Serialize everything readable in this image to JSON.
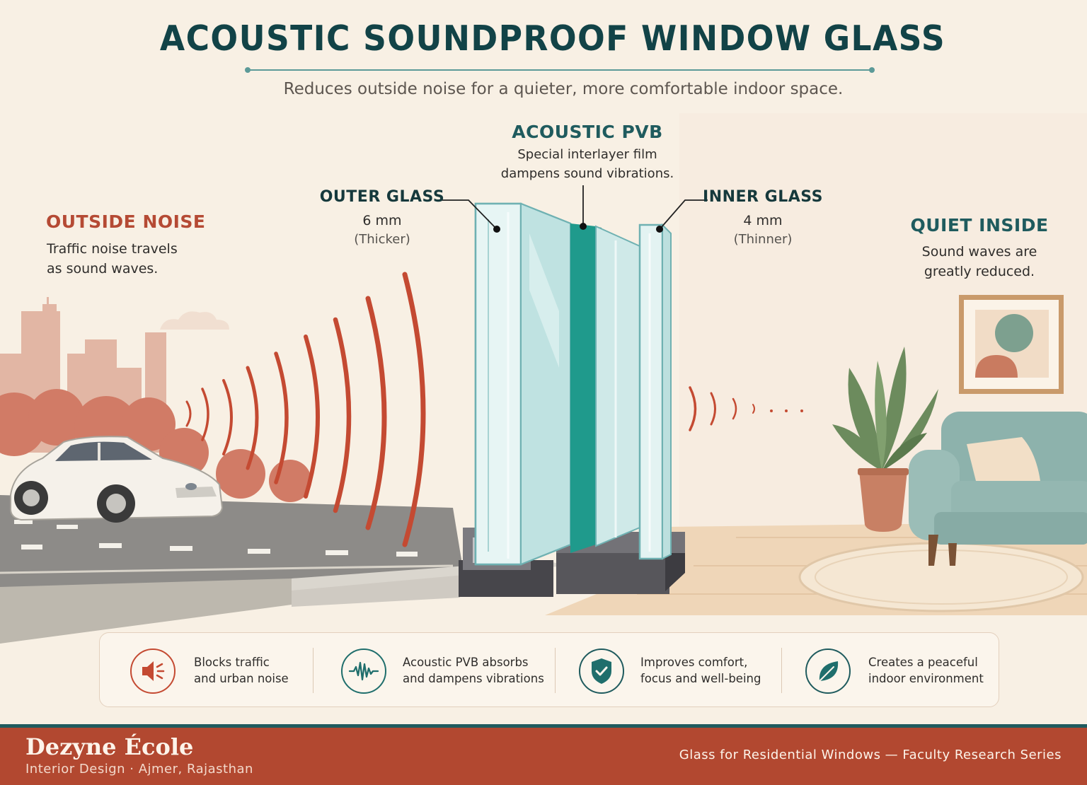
{
  "header": {
    "title": "ACOUSTIC SOUNDPROOF WINDOW GLASS",
    "subtitle": "Reduces outside noise for a quieter, more comfortable indoor space."
  },
  "callouts": {
    "outside_noise": {
      "title": "OUTSIDE NOISE",
      "line1": "Traffic noise travels",
      "line2": "as sound waves."
    },
    "outer_glass": {
      "title": "OUTER GLASS",
      "thickness": "6 mm",
      "note": "(Thicker)"
    },
    "acoustic_pvb": {
      "title": "ACOUSTIC PVB",
      "line1": "Special interlayer film",
      "line2": "dampens sound vibrations."
    },
    "inner_glass": {
      "title": "INNER GLASS",
      "thickness": "4 mm",
      "note": "(Thinner)"
    },
    "quiet_inside": {
      "title": "QUIET INSIDE",
      "line1": "Sound waves are",
      "line2": "greatly reduced."
    }
  },
  "benefits": [
    {
      "icon": "speaker-icon",
      "line1": "Blocks traffic",
      "line2": "and urban noise"
    },
    {
      "icon": "sound-wave-icon",
      "line1": "Acoustic PVB absorbs",
      "line2": "and dampens vibrations"
    },
    {
      "icon": "shield-check-icon",
      "line1": "Improves comfort,",
      "line2": "focus and well-being"
    },
    {
      "icon": "leaf-icon",
      "line1": "Creates a peaceful",
      "line2": "indoor environment"
    }
  ],
  "footer": {
    "brand": "Dezyne École",
    "brand_sub": "Interior Design · Ajmer, Rajasthan",
    "series": "Glass for Residential Windows — Faculty Research Series"
  },
  "colors": {
    "background": "#f8f0e4",
    "noise_red": "#c44a32",
    "teal_dark": "#124347",
    "pvb_teal": "#1f9a8c",
    "footer": "#b24830"
  }
}
